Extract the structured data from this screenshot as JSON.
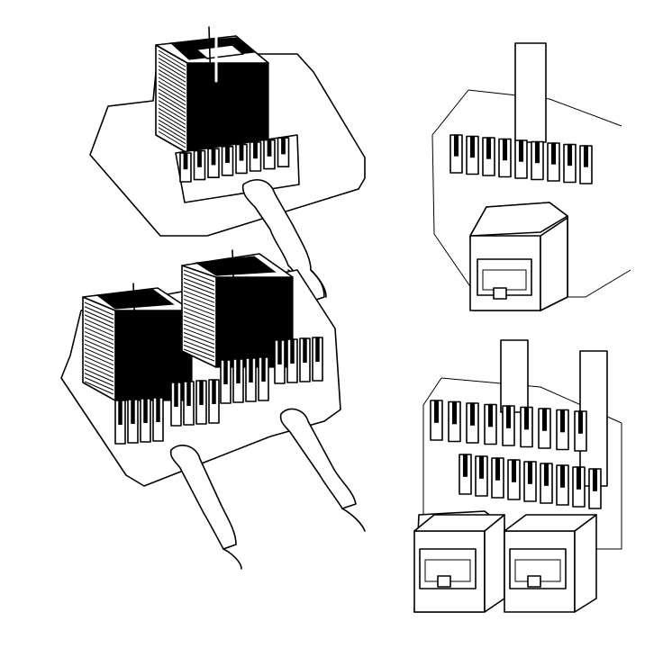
{
  "illustration": {
    "panels": [
      {
        "id": "single-jack-pcb",
        "jacks": 1,
        "cables": 1,
        "style": "flush-module"
      },
      {
        "id": "dual-jack-pcb",
        "jacks": 2,
        "cables": 2,
        "style": "flush-module"
      },
      {
        "id": "single-keystone-wall",
        "jacks": 1,
        "cables": 1,
        "style": "keystone-insert"
      },
      {
        "id": "dual-keystone-wall",
        "jacks": 2,
        "cables": 2,
        "style": "keystone-insert"
      }
    ],
    "colors": {
      "line": "#000000",
      "fill": "#ffffff",
      "shade": "#000000",
      "grey": "#bdbdbd"
    }
  }
}
